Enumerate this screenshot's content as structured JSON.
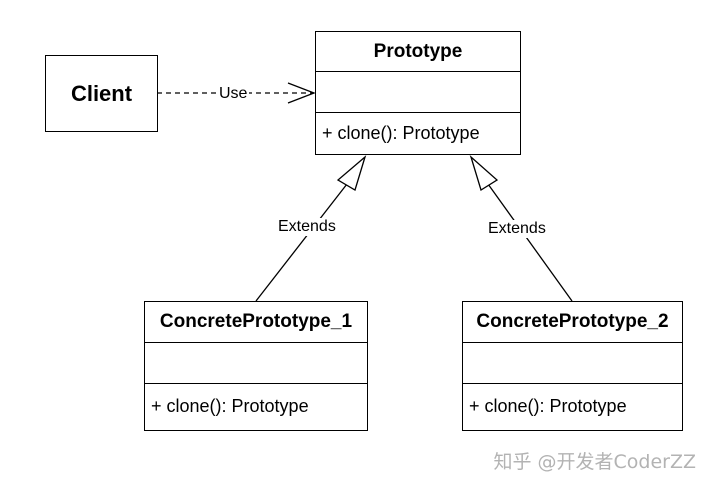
{
  "client": {
    "label": "Client"
  },
  "prototype": {
    "name": "Prototype",
    "method": "+ clone(): Prototype"
  },
  "concrete1": {
    "name": "ConcretePrototype_1",
    "method": "+ clone(): Prototype"
  },
  "concrete2": {
    "name": "ConcretePrototype_2",
    "method": "+ clone(): Prototype"
  },
  "relations": {
    "use": "Use",
    "extends_left": "Extends",
    "extends_right": "Extends"
  },
  "watermark": "知乎 @开发者CoderZZ"
}
